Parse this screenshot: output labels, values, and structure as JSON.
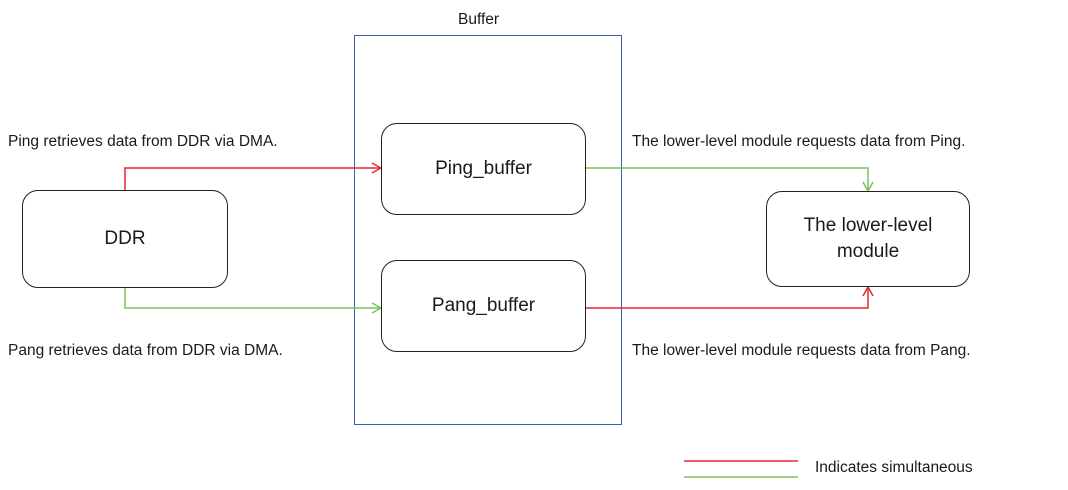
{
  "diagram": {
    "buffer_label": "Buffer",
    "nodes": {
      "ddr": "DDR",
      "ping_buffer": "Ping_buffer",
      "pang_buffer": "Pang_buffer",
      "lower_module": "The lower-level module"
    },
    "annotations": {
      "ping_retrieve": "Ping retrieves data from DDR via  DMA.",
      "pang_retrieve": "Pang retrieves data from DDR via DMA.",
      "request_ping": "The lower-level module requests data from Ping.",
      "request_pang": "The lower-level module requests data from Pang."
    },
    "legend": {
      "label": "Indicates simultaneous"
    },
    "colors": {
      "red_path": "#e8262d",
      "green_path": "#78c25a",
      "buffer_border": "#3b5bbf"
    }
  }
}
